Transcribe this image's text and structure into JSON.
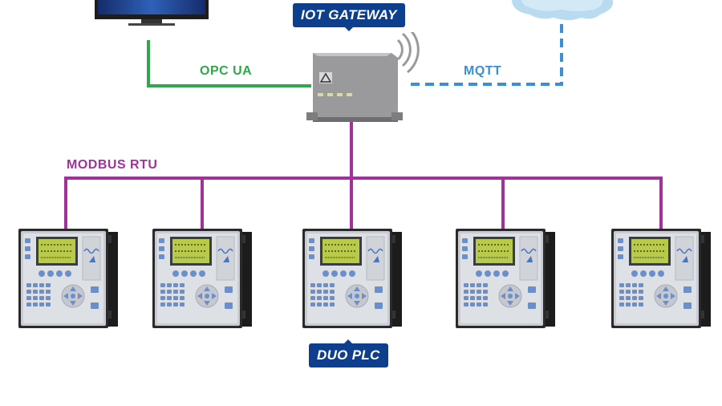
{
  "diagram": {
    "gateway_tag": "IOT GATEWAY",
    "plc_tag": "DUO PLC",
    "links": {
      "opc": "OPC UA",
      "mqtt": "MQTT",
      "modbus": "MODBUS RTU"
    },
    "plc_count": 5,
    "colors": {
      "opc": "#2ea84a",
      "mqtt": "#3d8fd1",
      "modbus": "#a03399",
      "tag_bg": "#0d3f8c"
    }
  }
}
